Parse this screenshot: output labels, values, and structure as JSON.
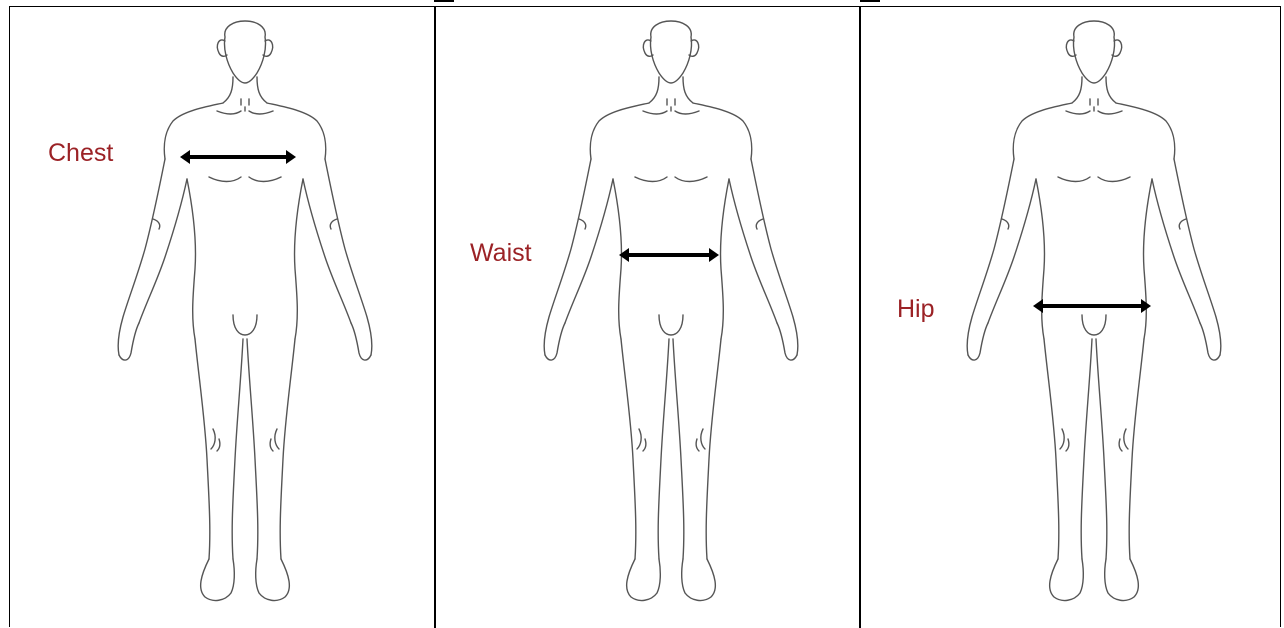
{
  "panels": [
    {
      "label": "Chest"
    },
    {
      "label": "Waist"
    },
    {
      "label": "Hip"
    }
  ],
  "colors": {
    "label": "#9b2226",
    "line": "#000000"
  }
}
